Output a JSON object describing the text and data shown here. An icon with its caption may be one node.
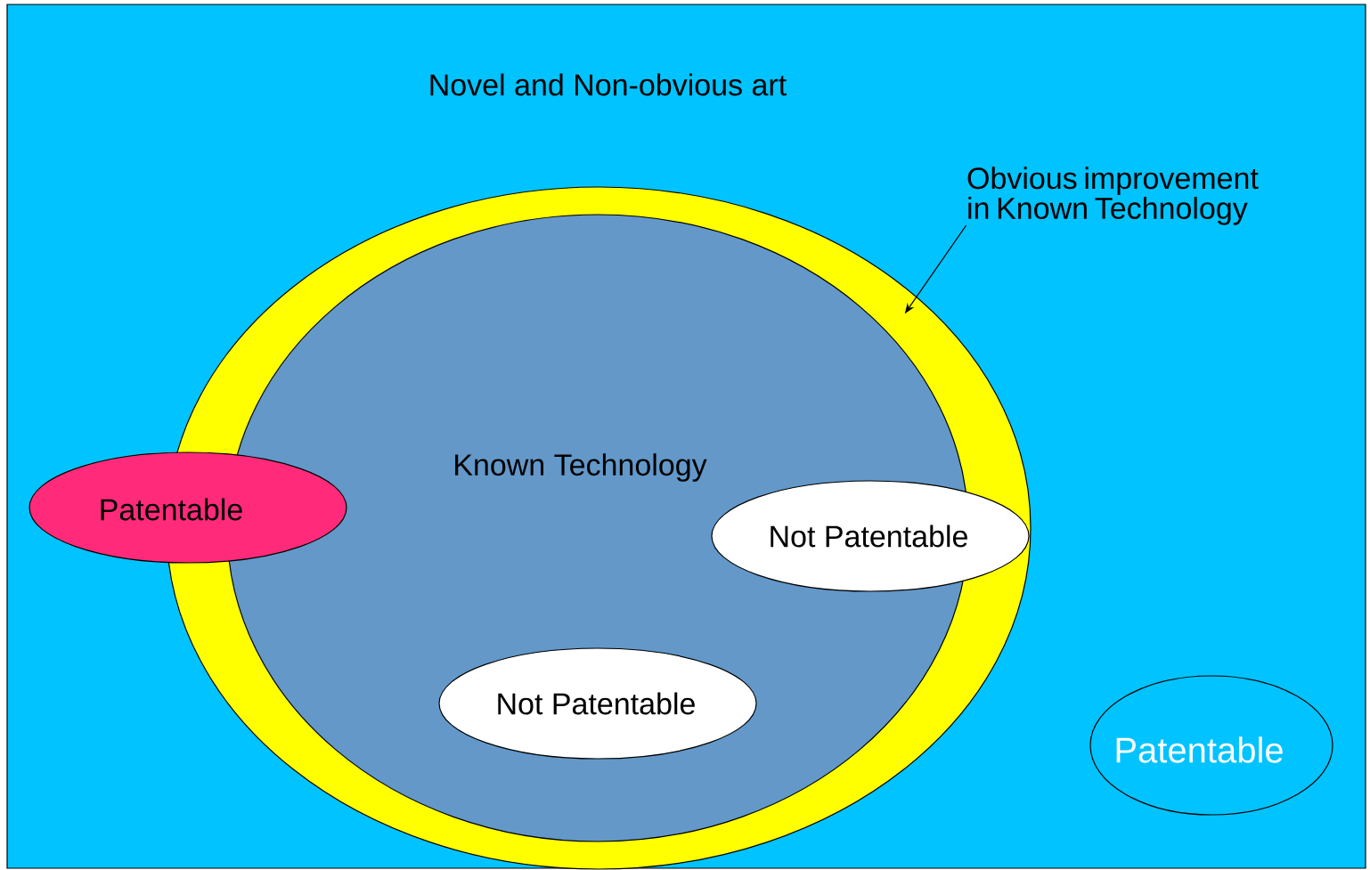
{
  "diagram": {
    "nodes": [
      {
        "text": [
          "Novel and Non-obvious art"
        ]
      },
      {
        "text": [],
        "shape": "ellipse",
        "in": 0
      },
      {
        "text": [
          "Known Technology"
        ],
        "in": 1
      },
      {
        "text": [
          "Patentable"
        ],
        "in": 0
      },
      {
        "text": [
          "Not Patentable"
        ],
        "in": 1
      },
      {
        "text": [
          "Not Patentable"
        ],
        "in": 2
      },
      {
        "text": [
          "Patentable"
        ],
        "in": 0
      },
      {
        "text": [
          "Obvious improvement in Known Technology"
        ],
        "in": 0
      }
    ],
    "edges": [
      {
        "from": 7,
        "to": 1,
        "arrow": "to"
      }
    ]
  }
}
